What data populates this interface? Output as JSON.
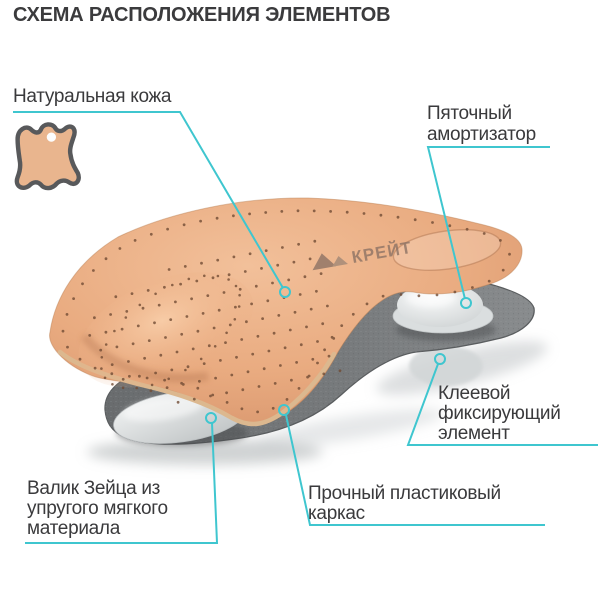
{
  "page": {
    "title": "СХЕМА РАСПОЛОЖЕНИЯ ЭЛЕМЕНТОВ"
  },
  "brand": {
    "logo_text": "КРЕЙТ"
  },
  "colors": {
    "accent_teal": "#3fc6cf",
    "label_text": "#3a3a3c",
    "leather_tan": "#e9ab80",
    "frame_gray": "#757879",
    "pad_white": "#eef0f0",
    "icon_outline": "#58595b"
  },
  "callouts": {
    "natural_leather": {
      "line1": "Натуральная кожа"
    },
    "heel_absorber": {
      "line1": "Пяточный",
      "line2": "амортизатор"
    },
    "adhesive_fixing": {
      "line1": "Клеевой",
      "line2": "фиксирующий",
      "line3": "элемент"
    },
    "seitz_roller": {
      "line1": "Валик Зейца из",
      "line2": "упругого мягкого",
      "line3": "материала"
    },
    "plastic_frame": {
      "line1": "Прочный пластиковый",
      "line2": "каркас"
    }
  }
}
